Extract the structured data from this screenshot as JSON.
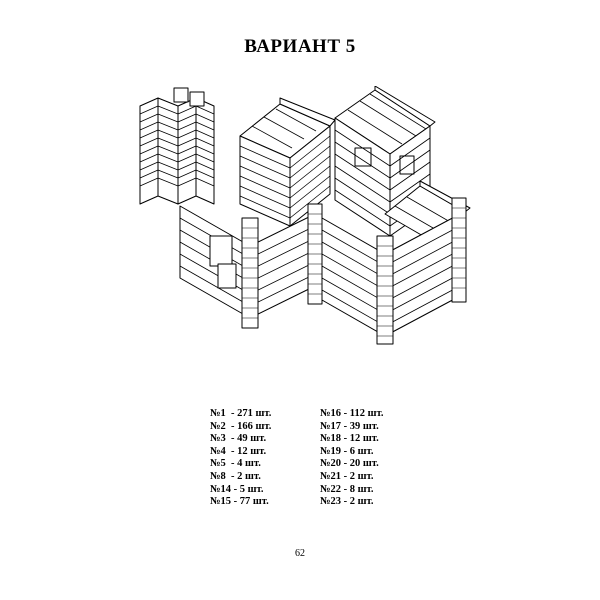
{
  "title": "ВАРИАНТ 5",
  "illustration": {
    "description_icon": "log-fortress-drawing"
  },
  "parts": {
    "left": [
      "№1  - 271 шт.",
      "№2  - 166 шт.",
      "№3  - 49 шт.",
      "№4  - 12 шт.",
      "№5  - 4 шт.",
      "№8  - 2 шт.",
      "№14 - 5 шт.",
      "№15 - 77 шт."
    ],
    "right": [
      "№16 - 112 шт.",
      "№17 - 39 шт.",
      "№18 - 12 шт.",
      "№19 - 6 шт.",
      "№20 - 20 шт.",
      "№21 - 2 шт.",
      "№22 - 8 шт.",
      "№23 - 2 шт."
    ]
  },
  "page_number": "62"
}
